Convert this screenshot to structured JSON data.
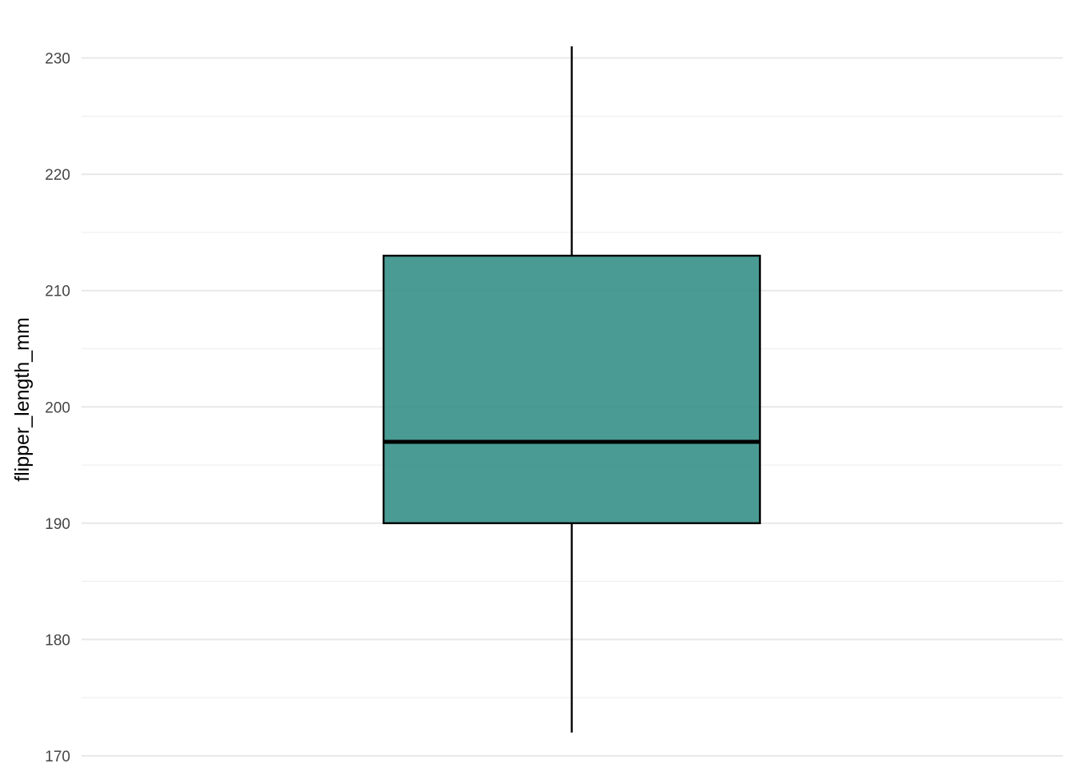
{
  "chart_data": {
    "type": "boxplot",
    "ylabel": "flipper_length_mm",
    "xlabel": "",
    "ylim": [
      170,
      231
    ],
    "y_ticks": [
      170,
      180,
      190,
      200,
      210,
      220,
      230
    ],
    "y_minor_ticks": [
      175,
      185,
      195,
      205,
      215,
      225
    ],
    "grid": true,
    "box": {
      "min": 172,
      "q1": 190,
      "median": 197,
      "q3": 213,
      "max": 231
    },
    "fill_color": "#2a8a80",
    "fill_opacity": 0.85,
    "line_color": "#000000"
  }
}
